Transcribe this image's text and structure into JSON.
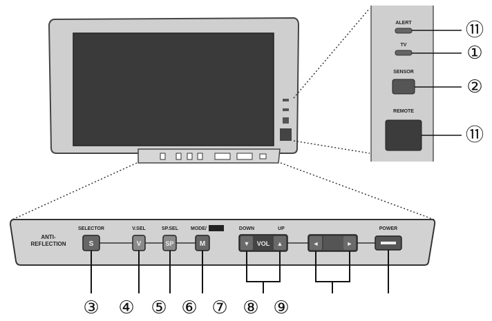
{
  "detail_labels": {
    "alert": "ALERT",
    "tv": "TV",
    "sensor": "SENSOR",
    "remote": "REMOTE"
  },
  "bar_labels": {
    "anti_reflection_1": "ANTI-",
    "anti_reflection_2": "REFLECTION",
    "selector": "SELECTOR",
    "vsel": "V.SEL",
    "spsel": "SP.SEL",
    "mode": "MODE/",
    "down": "DOWN",
    "up": "UP",
    "power": "POWER"
  },
  "buttons": {
    "s": "S",
    "v": "V",
    "sp": "SP",
    "m": "M",
    "down_arrow": "▼",
    "vol": "VOL",
    "up_arrow": "▲",
    "left_arrow": "◄",
    "right_arrow": "►"
  },
  "callouts": {
    "c1": "①",
    "c2": "②",
    "c3": "③",
    "c4": "④",
    "c5": "⑤",
    "c6": "⑥",
    "c7": "⑦",
    "c8": "⑧",
    "c9": "⑨",
    "c11a": "⑪",
    "c11b": "⑪"
  }
}
